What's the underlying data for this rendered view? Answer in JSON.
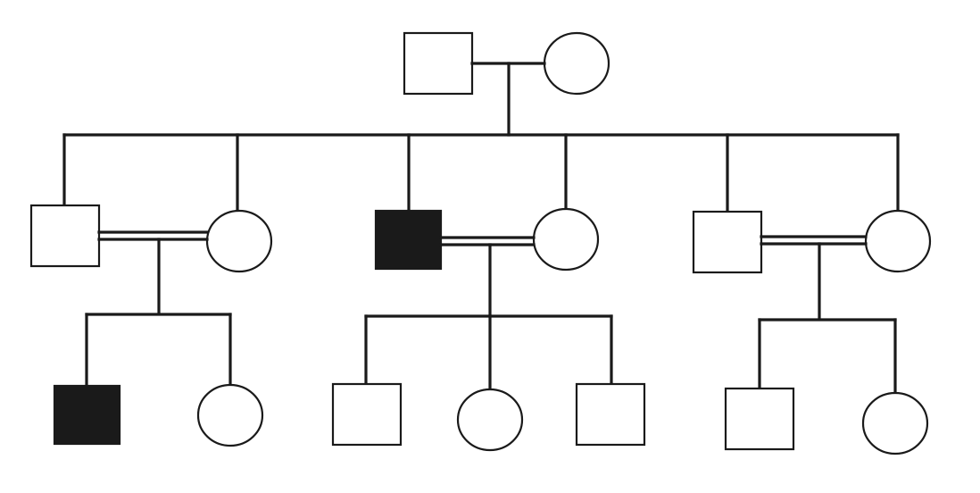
{
  "diagram": {
    "kind": "pedigree",
    "colors": {
      "line": "#1a1a1a",
      "affected_fill": "#1a1a1a",
      "unaffected_fill": "#ffffff",
      "background": "#ffffff"
    },
    "generations": [
      {
        "members": [
          {
            "id": "g1-father",
            "sex": "male",
            "affected": false
          },
          {
            "id": "g1-mother",
            "sex": "female",
            "affected": false
          }
        ]
      },
      {
        "members": [
          {
            "id": "g2-spouse-1",
            "sex": "male",
            "affected": false
          },
          {
            "id": "g2-daughter-1",
            "sex": "female",
            "affected": false
          },
          {
            "id": "g2-son-1",
            "sex": "male",
            "affected": true
          },
          {
            "id": "g2-daughter-2",
            "sex": "female",
            "affected": false
          },
          {
            "id": "g2-son-2",
            "sex": "male",
            "affected": false
          },
          {
            "id": "g2-daughter-3",
            "sex": "female",
            "affected": false
          }
        ]
      },
      {
        "members": [
          {
            "id": "g3-son-1",
            "sex": "male",
            "affected": true
          },
          {
            "id": "g3-daughter-1",
            "sex": "female",
            "affected": false
          },
          {
            "id": "g3-son-2",
            "sex": "male",
            "affected": false
          },
          {
            "id": "g3-daughter-2",
            "sex": "female",
            "affected": false
          },
          {
            "id": "g3-son-3",
            "sex": "male",
            "affected": false
          },
          {
            "id": "g3-son-4",
            "sex": "male",
            "affected": false
          },
          {
            "id": "g3-daughter-3",
            "sex": "female",
            "affected": false
          }
        ]
      }
    ],
    "couples": [
      {
        "partners": [
          "g1-father",
          "g1-mother"
        ],
        "consanguineous": false
      },
      {
        "partners": [
          "g2-spouse-1",
          "g2-daughter-1"
        ],
        "consanguineous": true
      },
      {
        "partners": [
          "g2-son-1",
          "g2-daughter-2"
        ],
        "consanguineous": true
      },
      {
        "partners": [
          "g2-son-2",
          "g2-daughter-3"
        ],
        "consanguineous": true
      }
    ]
  }
}
